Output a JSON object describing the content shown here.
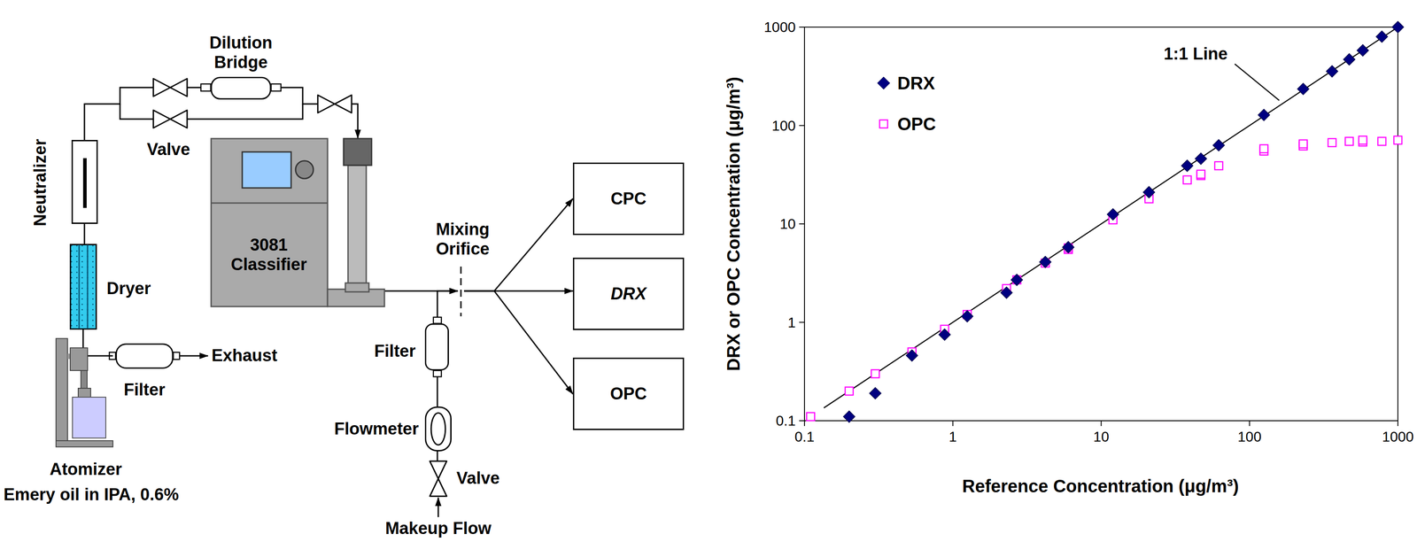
{
  "diagram": {
    "nodes": [
      {
        "text": [
          "Atomizer",
          "Emery oil in IPA, 0.6%"
        ]
      },
      {
        "text": [
          "Filter"
        ]
      },
      {
        "text": [
          "Dryer"
        ]
      },
      {
        "text": [
          "Neutralizer"
        ]
      },
      {
        "text": [
          "Dilution Bridge"
        ]
      },
      {
        "text": [
          "3081 Classifier"
        ]
      },
      {
        "text": [
          "Mixing Orifice"
        ]
      },
      {
        "text": [
          "Filter"
        ]
      },
      {
        "text": [
          "Flowmeter"
        ]
      },
      {
        "text": [
          "Valve"
        ]
      },
      {
        "text": [
          "CPC"
        ]
      },
      {
        "text": [
          "DRX"
        ]
      },
      {
        "text": [
          "OPC"
        ]
      }
    ],
    "edges": [
      {
        "from": 0,
        "to": 2,
        "arrow": "none"
      },
      {
        "from": 0,
        "to": 1,
        "arrow": "none"
      },
      {
        "from": 2,
        "to": 3,
        "arrow": "none"
      },
      {
        "from": 3,
        "to": 4,
        "arrow": "to"
      },
      {
        "from": 4,
        "to": 5,
        "arrow": "to"
      },
      {
        "from": 5,
        "to": 6,
        "arrow": "to"
      },
      {
        "from": 6,
        "to": 10,
        "arrow": "to"
      },
      {
        "from": 6,
        "to": 11,
        "arrow": "to"
      },
      {
        "from": 6,
        "to": 12,
        "arrow": "to"
      },
      {
        "from": 9,
        "to": 8,
        "arrow": "none"
      },
      {
        "from": 8,
        "to": 7,
        "arrow": "none"
      },
      {
        "from": 7,
        "to": 6,
        "arrow": "to"
      }
    ],
    "labels": [
      "Valve",
      "Exhaust",
      "Makeup Flow",
      "0.1",
      "1",
      "10",
      "100",
      "1000",
      "0.1",
      "1",
      "10",
      "100",
      "1000",
      "Reference Concentration (μg/m³)",
      "DRX or OPC Concentration (μg/m³)",
      "1:1 Line"
    ],
    "legend": [
      {
        "text": "DRX"
      },
      {
        "text": "OPC"
      }
    ]
  }
}
